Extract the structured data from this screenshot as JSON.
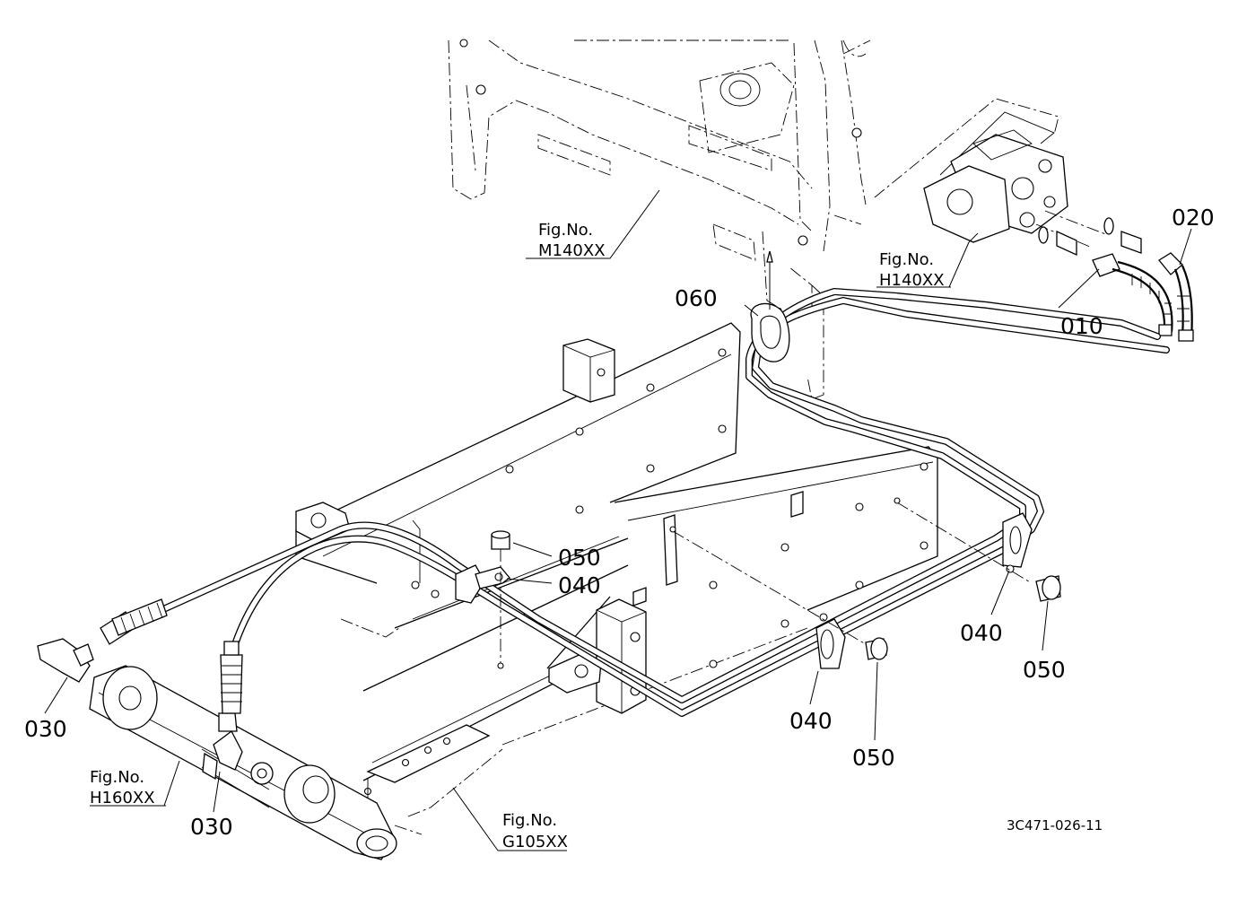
{
  "diagram": {
    "callouts": {
      "p010": "010",
      "p020": "020",
      "p030_left": "030",
      "p030_bottom": "030",
      "p040_center": "040",
      "p040_right": "040",
      "p040_lower": "040",
      "p050_center": "050",
      "p050_right": "050",
      "p050_lower": "050",
      "p060": "060"
    },
    "figure_refs": {
      "m140": {
        "line1": "Fig.No.",
        "line2": "M140XX"
      },
      "h140": {
        "line1": "Fig.No.",
        "line2": "H140XX"
      },
      "h160": {
        "line1": "Fig.No.",
        "line2": "H160XX"
      },
      "g105": {
        "line1": "Fig.No.",
        "line2": "G105XX"
      }
    },
    "drawing_code": "3C471-026-11"
  }
}
